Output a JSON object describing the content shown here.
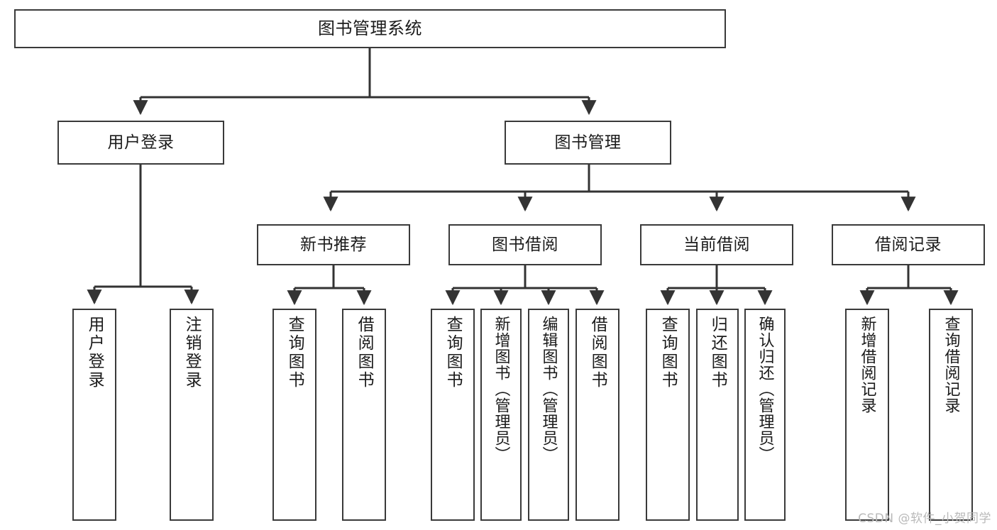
{
  "diagram": {
    "title": "图书管理系统",
    "type": "hierarchy-tree",
    "levels": 4,
    "colors": {
      "box_border": "#3a3a3a",
      "box_fill": "#ffffff",
      "connector": "#333333",
      "text": "#1b1b1b",
      "watermark": "#b9b9b9",
      "background": "#ffffff"
    },
    "root": {
      "id": "root",
      "label": "图书管理系统"
    },
    "level2": [
      {
        "id": "user-login",
        "label": "用户登录"
      },
      {
        "id": "book-management",
        "label": "图书管理"
      }
    ],
    "level3": [
      {
        "id": "new-book-recommend",
        "label": "新书推荐",
        "parent": "book-management"
      },
      {
        "id": "book-borrow",
        "label": "图书借阅",
        "parent": "book-management"
      },
      {
        "id": "current-borrow",
        "label": "当前借阅",
        "parent": "book-management"
      },
      {
        "id": "borrow-record",
        "label": "借阅记录",
        "parent": "book-management"
      }
    ],
    "leaves": [
      {
        "id": "leaf-user-login",
        "label": "用户登录",
        "parent": "user-login"
      },
      {
        "id": "leaf-logout-login",
        "label": "注销登录",
        "parent": "user-login"
      },
      {
        "id": "leaf-query-book-1",
        "label": "查询图书",
        "parent": "new-book-recommend"
      },
      {
        "id": "leaf-borrow-book-1",
        "label": "借阅图书",
        "parent": "new-book-recommend"
      },
      {
        "id": "leaf-query-book-2",
        "label": "查询图书",
        "parent": "book-borrow"
      },
      {
        "id": "leaf-add-book",
        "label": "新增图书（管理员）",
        "parent": "book-borrow"
      },
      {
        "id": "leaf-edit-book",
        "label": "编辑图书（管理员）",
        "parent": "book-borrow"
      },
      {
        "id": "leaf-borrow-book-2",
        "label": "借阅图书",
        "parent": "book-borrow"
      },
      {
        "id": "leaf-query-book-3",
        "label": "查询图书",
        "parent": "current-borrow"
      },
      {
        "id": "leaf-return-book",
        "label": "归还图书",
        "parent": "current-borrow"
      },
      {
        "id": "leaf-confirm-return",
        "label": "确认归还（管理员）",
        "parent": "current-borrow"
      },
      {
        "id": "leaf-add-record",
        "label": "新增借阅记录",
        "parent": "borrow-record"
      },
      {
        "id": "leaf-query-record",
        "label": "查询借阅记录",
        "parent": "borrow-record"
      }
    ]
  },
  "watermark": {
    "text": "CSDN @软件_小贺同学"
  }
}
